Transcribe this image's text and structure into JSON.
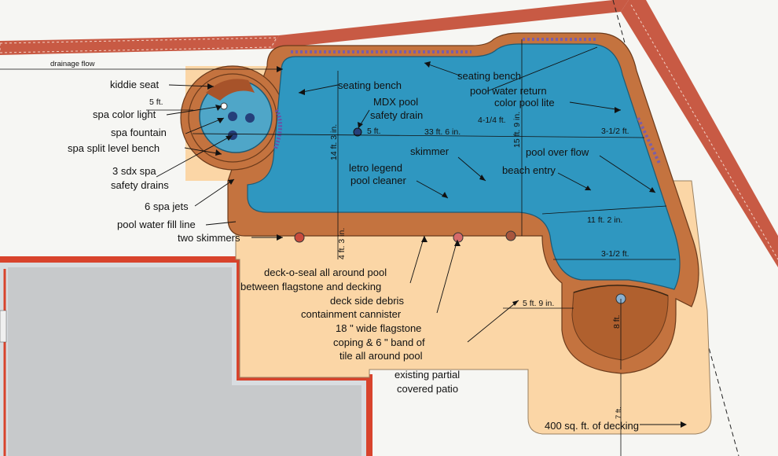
{
  "colors": {
    "water": "#2f97c0",
    "deck": "#fbd3a4",
    "coping": "#c0713d",
    "boundary": "#c45a40",
    "patio": "#c8c8c8",
    "patio_border": "#d64a30"
  },
  "labels": {
    "drainage_flow": "drainage flow",
    "kiddie_seat": "kiddie seat",
    "spa_width": "5 ft.",
    "spa_color_light": "spa color light",
    "spa_fountain": "spa fountain",
    "spa_split_level_bench": "spa split level bench",
    "sdx_line1": "3 sdx spa",
    "sdx_line2": "safety drains",
    "spa_jets": "6 spa jets",
    "fill_line": "pool water fill line",
    "two_skimmers": "two skimmers",
    "seating_bench_1": "seating bench",
    "seating_bench_2": "seating bench",
    "water_return": "pool water return",
    "color_pool_lite": "color pool lite",
    "mdx_line1": "MDX pool",
    "mdx_line2": "safety drain",
    "dim_5ft": "5 ft.",
    "dim_33ft": "33 ft. 6 in.",
    "dim_4_14": "4-1/4 ft.",
    "dim_15ft": "15 ft. 9 in.",
    "dim_3_12_top": "3-1/2 ft.",
    "dim_14ft": "14 ft. 3 in.",
    "skimmer": "skimmer",
    "pool_over_flow": "pool over flow",
    "beach_entry": "beach entry",
    "letro_line1": "letro legend",
    "letro_line2": "pool cleaner",
    "dim_11ft": "11 ft. 2 in.",
    "dim_3_12_bottom": "3-1/2 ft.",
    "dim_4ft": "4 ft. 3 in.",
    "deck_seal_line1": "deck-o-seal all around pool",
    "deck_seal_line2": "between flagstone and decking",
    "debris_line1": "deck side debris",
    "debris_line2": "containment cannister",
    "dim_5ft9": "5 ft. 9 in.",
    "dim_8ft": "8 ft.",
    "flagstone_line1": "18 \" wide flagstone",
    "flagstone_line2": "coping & 6 \" band of",
    "flagstone_line3": "tile all around pool",
    "patio_line1": "existing partial",
    "patio_line2": "covered patio",
    "dim_7ft": "7 ft.",
    "decking": "400 sq. ft. of decking"
  }
}
